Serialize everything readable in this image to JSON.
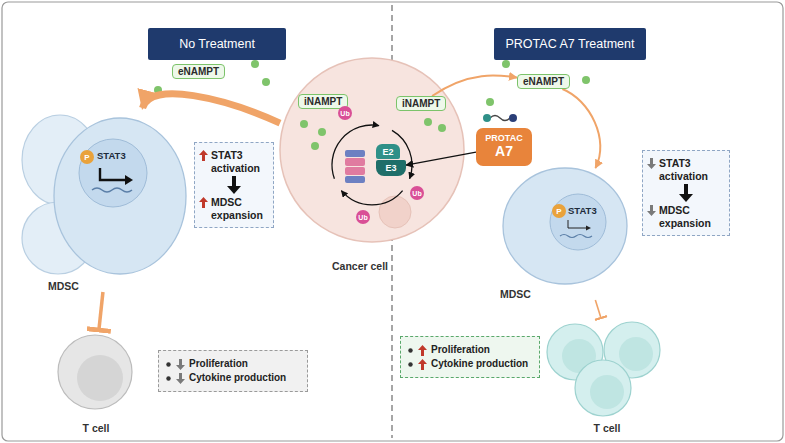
{
  "diagram": {
    "nodes": [
      {
        "text": [
          "No Treatment"
        ]
      },
      {
        "text": [
          "PROTAC A7 Treatment"
        ]
      },
      {
        "text": [
          "eNAMPT"
        ]
      },
      {
        "text": [
          "eNAMPT"
        ]
      },
      {
        "text": [
          "Cancer cell"
        ]
      },
      {
        "text": [
          "iNAMPT"
        ],
        "in": 4
      },
      {
        "text": [
          "iNAMPT"
        ],
        "in": 4
      },
      {
        "text": [
          "E2"
        ],
        "in": 4
      },
      {
        "text": [
          "E3"
        ],
        "in": 4
      },
      {
        "text": [
          "Ub"
        ],
        "in": 4
      },
      {
        "text": [
          "Ub"
        ],
        "in": 4
      },
      {
        "text": [
          "Ub"
        ],
        "in": 4
      },
      {
        "text": [
          "PROTAC",
          "A7"
        ]
      },
      {
        "text": [
          "MDSC"
        ]
      },
      {
        "text": [
          "STAT3"
        ],
        "in": 13
      },
      {
        "text": [
          "P"
        ],
        "in": 13
      },
      {
        "text": [
          "STAT3 activation",
          "MDSC expansion"
        ]
      },
      {
        "text": [
          "MDSC"
        ]
      },
      {
        "text": [
          "STAT3"
        ],
        "in": 17
      },
      {
        "text": [
          "P"
        ],
        "in": 17
      },
      {
        "text": [
          "STAT3 activation",
          "MDSC expansion"
        ]
      },
      {
        "text": [
          "T cell"
        ]
      },
      {
        "text": [
          "Proliferation",
          "Cytokine production"
        ]
      },
      {
        "text": [
          "T cell"
        ]
      },
      {
        "text": [
          "Proliferation",
          "Cytokine production"
        ]
      }
    ],
    "edges": [
      {
        "from": 4,
        "to": 13,
        "arrow": "to"
      },
      {
        "from": 6,
        "to": 3,
        "arrow": "to"
      },
      {
        "from": 3,
        "to": 17,
        "arrow": "to"
      },
      {
        "from": 13,
        "to": 21,
        "arrow": "to"
      },
      {
        "from": 17,
        "to": 23,
        "arrow": "to"
      },
      {
        "from": 12,
        "to": 8,
        "arrow": "to"
      }
    ]
  }
}
